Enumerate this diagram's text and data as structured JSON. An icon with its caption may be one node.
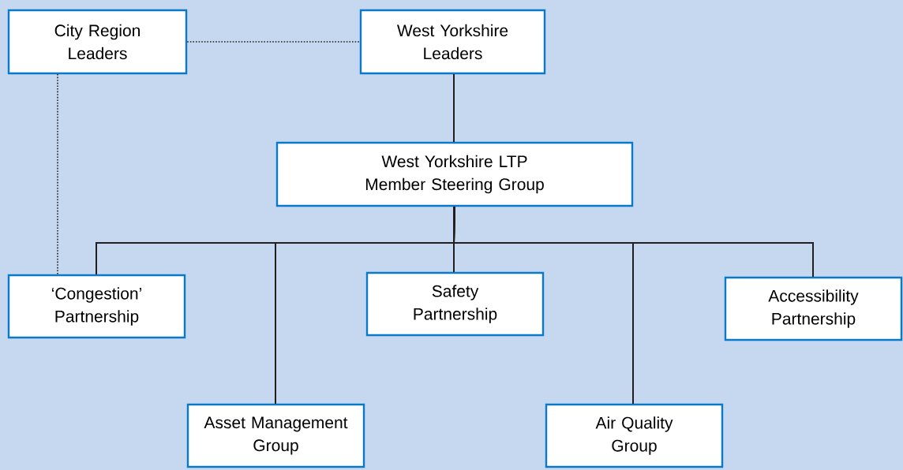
{
  "diagram": {
    "nodes": [
      {
        "text": [
          "City Region Leaders"
        ]
      },
      {
        "text": [
          "West Yorkshire Leaders"
        ]
      },
      {
        "text": [
          "West Yorkshire LTP Member Steering Group"
        ]
      },
      {
        "text": [
          "‘Congestion’ Partnership"
        ]
      },
      {
        "text": [
          "Safety Partnership"
        ]
      },
      {
        "text": [
          "Accessibility Partnership"
        ]
      },
      {
        "text": [
          "Asset Management Group"
        ]
      },
      {
        "text": [
          "Air Quality Group"
        ]
      }
    ],
    "edges": [
      {
        "from": 0,
        "to": 1,
        "arrow": "none",
        "style": "dashed"
      },
      {
        "from": 0,
        "to": 3,
        "arrow": "none",
        "style": "dashed"
      },
      {
        "from": 1,
        "to": 2,
        "arrow": "none"
      },
      {
        "from": 2,
        "to": 3,
        "arrow": "none"
      },
      {
        "from": 2,
        "to": 6,
        "arrow": "none"
      },
      {
        "from": 2,
        "to": 4,
        "arrow": "none"
      },
      {
        "from": 2,
        "to": 7,
        "arrow": "none"
      },
      {
        "from": 2,
        "to": 5,
        "arrow": "none"
      }
    ]
  }
}
